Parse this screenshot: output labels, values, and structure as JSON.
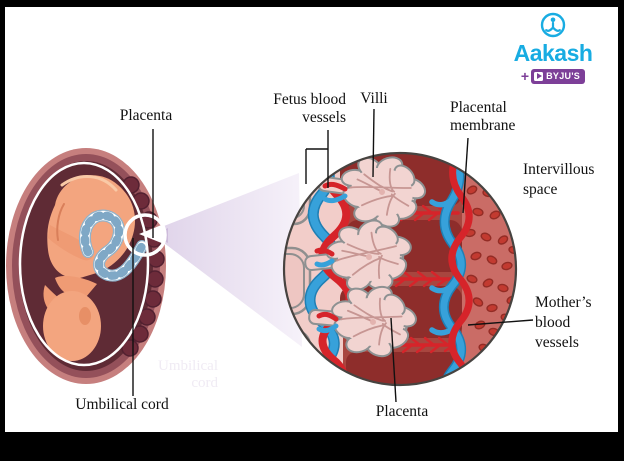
{
  "brand": {
    "title": "Aakash",
    "plus": "+",
    "byjus": "BYJU'S"
  },
  "figure": {
    "labels": {
      "placenta_left": "Placenta",
      "umbilical_cord": "Umbilical cord",
      "fetus_blood_vessels_line1": "Fetus blood",
      "fetus_blood_vessels_line2": "vessels",
      "villi": "Villi",
      "placental_membrane_line1": "Placental",
      "placental_membrane_line2": "membrane",
      "intervillous_space_line1": "Intervillous",
      "intervillous_space_line2": "space",
      "mothers_blood_vessels_line1": "Mother’s",
      "mothers_blood_vessels_line2": "blood",
      "mothers_blood_vessels_line3": "vessels",
      "placenta_bottom": "Placenta"
    },
    "watermark": {
      "line1": "Umbilical",
      "line2": "cord"
    },
    "colors": {
      "frame": "#000000",
      "canvas": "#ffffff",
      "accent_blue": "#18ace2",
      "badge_purple": "#7d3f98",
      "label_text": "#111111",
      "womb_outer": "#c67f7e",
      "womb_inner": "#5f2b35",
      "fetus_skin": "#f3a57f",
      "artery_red": "#d6242a",
      "vein_blue": "#37a1da",
      "villi_pink": "#f2d4d1",
      "tissue_dark_red": "#8e2d2b",
      "maternal_blood_region": "#ca6c66",
      "beam_lavender": "#e9e0f0"
    }
  }
}
